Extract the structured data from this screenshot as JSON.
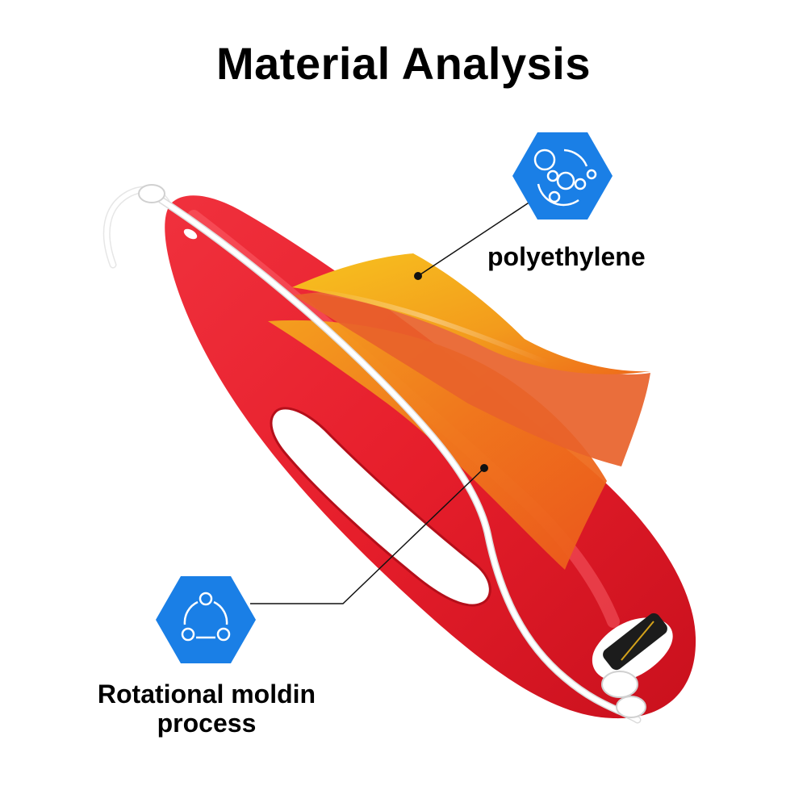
{
  "title": "Material Analysis",
  "callouts": [
    {
      "label": "polyethylene",
      "icon": "molecule-icon"
    },
    {
      "label_line1": "Rotational moldin",
      "label_line2": "process",
      "icon": "rotation-cycle-icon"
    }
  ],
  "colors": {
    "accent": "#1a7fe6",
    "board_red": "#e8202e",
    "material_orange": "#f27a1a",
    "material_yellow": "#f5b21a",
    "text": "#000000"
  }
}
